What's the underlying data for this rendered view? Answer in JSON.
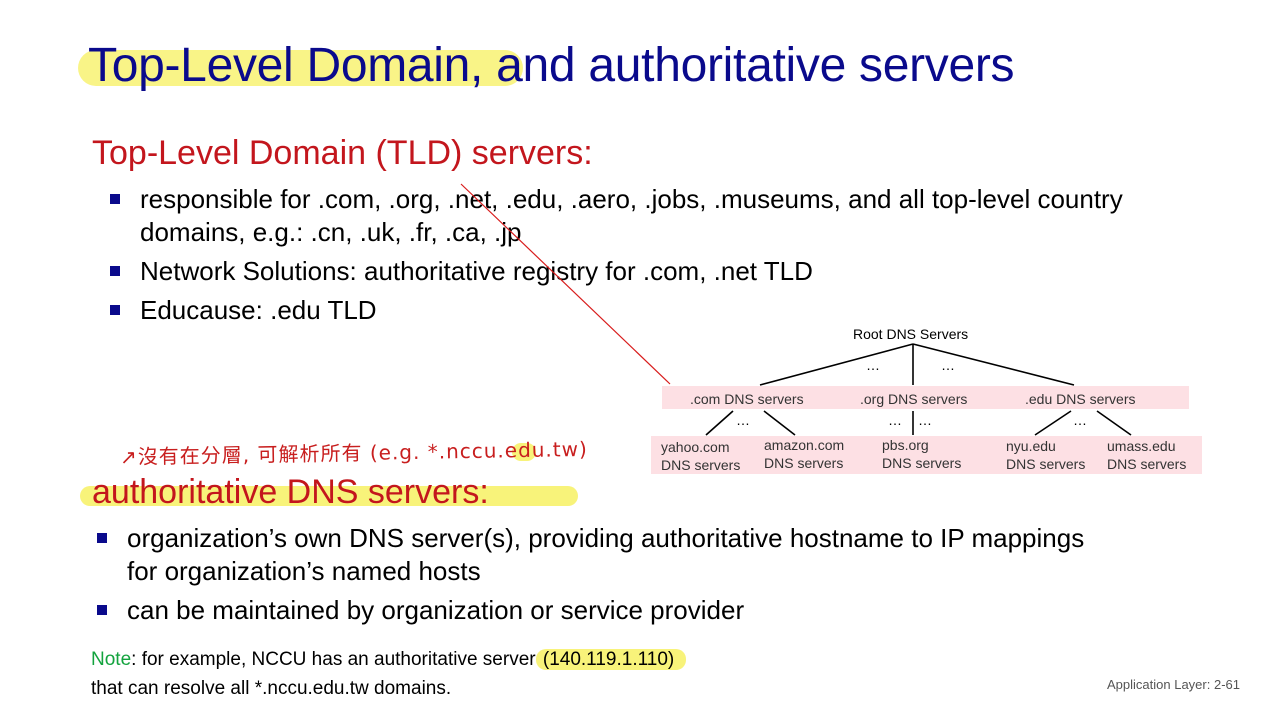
{
  "title": {
    "highlighted": "Top-Level Domain,",
    "rest": " and authoritative servers"
  },
  "tld_section": {
    "heading": "Top-Level Domain (TLD) servers:",
    "bullets": [
      "responsible for .com, .org, .net, .edu, .aero, .jobs, .museums, and all top-level country domains, e.g.: .cn, .uk, .fr, .ca, .jp",
      "Network Solutions: authoritative registry for .com, .net TLD",
      "Educause: .edu TLD"
    ]
  },
  "diagram": {
    "root": "Root DNS Servers",
    "ellipsis": "…",
    "tld_servers": [
      ".com DNS servers",
      ".org DNS servers",
      ".edu DNS servers"
    ],
    "auth_servers": [
      {
        "line1": "yahoo.com",
        "line2": "DNS servers"
      },
      {
        "line1": "amazon.com",
        "line2": "DNS servers"
      },
      {
        "line1": "pbs.org",
        "line2": "DNS servers"
      },
      {
        "line1": "nyu.edu",
        "line2": "DNS servers"
      },
      {
        "line1": "umass.edu",
        "line2": "DNS servers"
      }
    ]
  },
  "annotation": {
    "text": "↗沒有在分層, 可解析所有 (e.g. *.nccu.edu.tw)"
  },
  "auth_section": {
    "heading": "authoritative DNS servers:",
    "bullets": [
      "organization’s own DNS server(s), providing authoritative hostname to IP mappings for organization’s named hosts",
      "can be maintained by organization or service provider"
    ]
  },
  "note": {
    "label": "Note",
    "text_before": ": for example, NCCU has an authoritative server",
    "highlight": " (140.119.1.110)",
    "text_after": "that can resolve all *.nccu.edu.tw domains."
  },
  "footer": "Application Layer: 2-61",
  "colors": {
    "title": "#0a0a8c",
    "heading": "#c3161d",
    "bullet": "#0a0a8c",
    "highlight": "#f8f37a",
    "note_label": "#13a33e",
    "diagram_box": "#fde0e4",
    "annotation": "#c81e1e"
  }
}
